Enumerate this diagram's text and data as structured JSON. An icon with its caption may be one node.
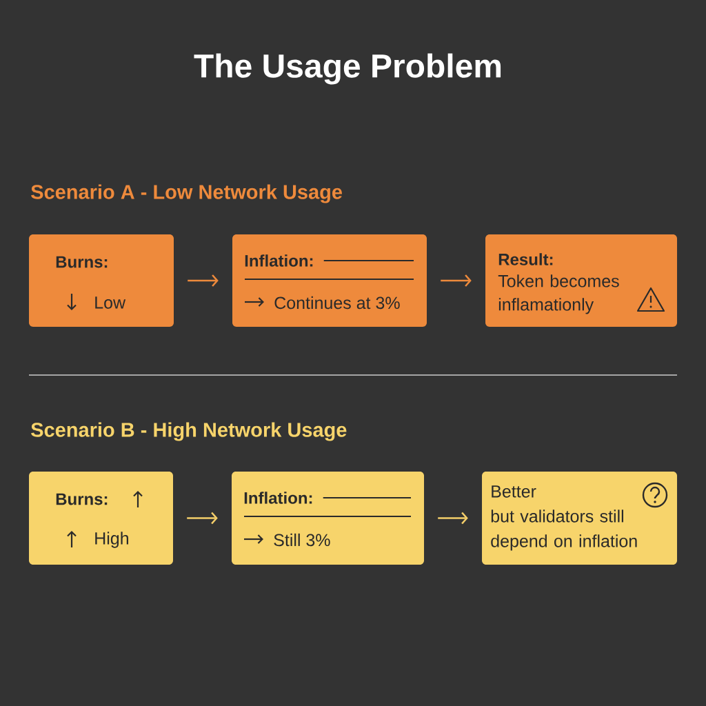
{
  "diagram": {
    "title": "The Usage Problem",
    "nodes": [
      {
        "text": [
          "Burns:",
          "Low"
        ]
      },
      {
        "text": [
          "Inflation:",
          "Continues at 3%"
        ]
      },
      {
        "text": [
          "Result:",
          "Token becomes inflamationly"
        ]
      },
      {
        "text": [
          "Burns:",
          "High"
        ]
      },
      {
        "text": [
          "Inflation:",
          "Still 3%"
        ]
      },
      {
        "text": [
          "Better but validators still depend on inflation"
        ]
      }
    ],
    "edges": [
      {
        "from": 0,
        "to": 1,
        "arrow": "to"
      },
      {
        "from": 1,
        "to": 2,
        "arrow": "to"
      },
      {
        "from": 3,
        "to": 4,
        "arrow": "to",
        "color": "#f5cf6a"
      },
      {
        "from": 4,
        "to": 5,
        "arrow": "to",
        "color": "#f5cf6a"
      }
    ],
    "labels": [
      "Scenario A - Low Network Usage",
      "Scenario B - High Network Usage"
    ]
  }
}
